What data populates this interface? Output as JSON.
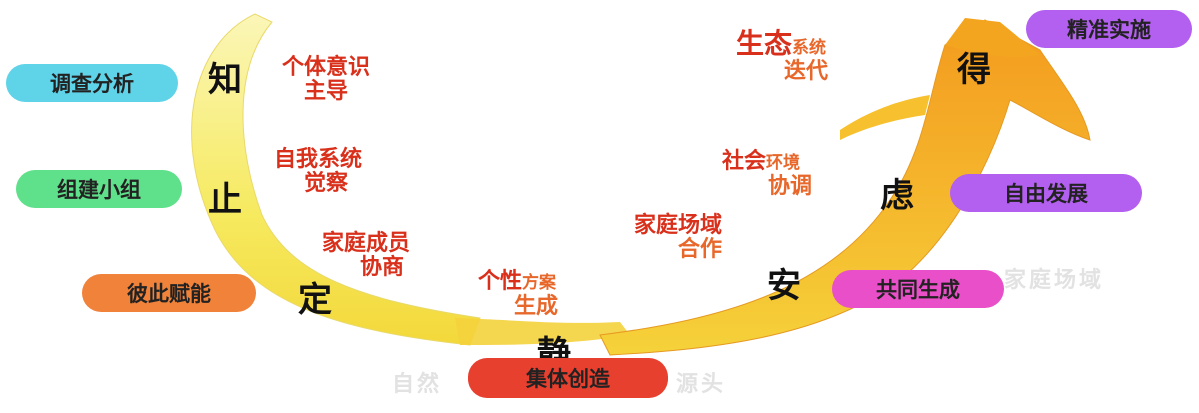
{
  "stages": {
    "zhi": "知",
    "zhi_stop": "止",
    "ding": "定",
    "jing": "静",
    "an": "安",
    "lv": "虑",
    "de": "得"
  },
  "left_badges": {
    "b1": "调查分析",
    "b2": "组建小组",
    "b3": "彼此赋能"
  },
  "right_badges": {
    "b1": "精准实施",
    "b2": "自由发展",
    "b3": "共同生成"
  },
  "bottom_badge": "集体创造",
  "ghost_text": {
    "left": "自然",
    "right": "源头",
    "right_mid": "家庭场域"
  },
  "labels": {
    "l1_line1": "个体意识",
    "l1_line2": "主导",
    "l2_line1": "自我系统",
    "l2_line2": "觉察",
    "l3_line1": "家庭成员",
    "l3_line2": "协商",
    "l4_big": "个性",
    "l4_small": "方案",
    "l4_line2": "生成",
    "r1_line1": "家庭场域",
    "r1_line2": "合作",
    "r2_big": "社会",
    "r2_small": "环境",
    "r2_line2": "协调",
    "r3_big": "生态",
    "r3_small": "系统",
    "r3_line2": "迭代"
  },
  "colors": {
    "label_red": "#d9301c",
    "label_orange": "#e8672a",
    "cyan": "#5fd3e8",
    "green": "#5fe08a",
    "orange": "#f0823a",
    "purple": "#b35ff0",
    "magenta": "#e84fc8",
    "red": "#e8402f"
  }
}
